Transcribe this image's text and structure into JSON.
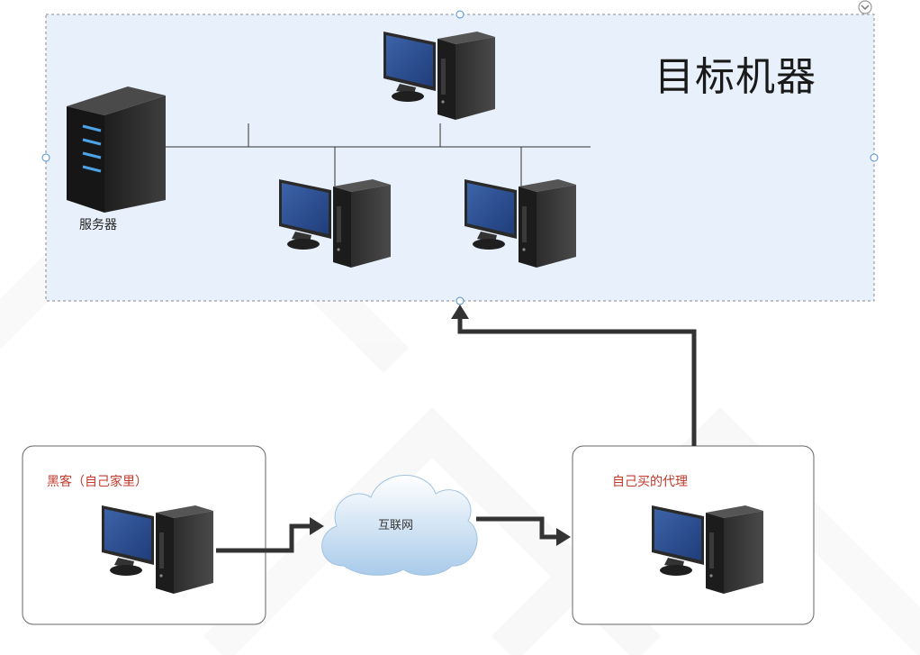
{
  "target_group": {
    "title": "目标机器"
  },
  "server": {
    "label": "服务器"
  },
  "hacker": {
    "label": "黑客（自己家里）"
  },
  "internet": {
    "label": "互联网"
  },
  "proxy": {
    "label": "自己买的代理"
  },
  "colors": {
    "group_fill": "#e8f1fb",
    "group_border": "#8a8a8a",
    "arrow": "#333333",
    "red_text": "#c0392b",
    "selection_handle": "#4a90d9"
  },
  "icons": [
    "server-icon",
    "computer-icon",
    "cloud-icon",
    "collapse-icon"
  ]
}
